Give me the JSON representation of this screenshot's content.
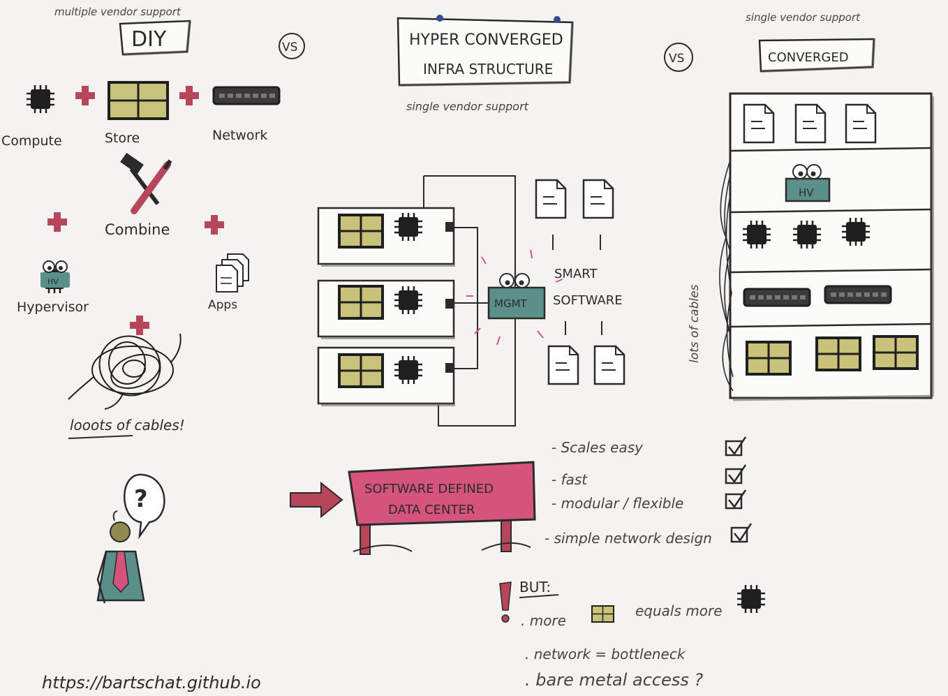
{
  "diy": {
    "support": "multiple vendor support",
    "title": "DIY",
    "vs": "VS",
    "compute": "Compute",
    "store": "Store",
    "network": "Network",
    "combine": "Combine",
    "hypervisor": "Hypervisor",
    "hypervisor_badge": "HV",
    "apps": "Apps",
    "cables": "looots of cables!"
  },
  "hci": {
    "title_line1": "HYPER CONVERGED",
    "title_line2": "INFRA STRUCTURE",
    "support": "single vendor support",
    "mgmt_badge": "MGMT",
    "smart_line1": "SMART",
    "smart_line2": "SOFTWARE"
  },
  "converged": {
    "support": "single vendor support",
    "vs": "VS",
    "title": "CONVERGED",
    "hv_badge": "HV",
    "cables_note": "lots of cables"
  },
  "sddc": {
    "line1": "SOFTWARE DEFINED",
    "line2": "DATA CENTER",
    "benefits": [
      "- Scales easy",
      "- fast",
      "- modular / flexible",
      "- simple network design"
    ],
    "but_label": "BUT:",
    "but_more": ". more",
    "but_equals": "equals more",
    "but_network": ". network = bottleneck",
    "but_baremetal": ". bare metal access ?"
  },
  "footer": {
    "url": "https://bartschat.github.io"
  },
  "colors": {
    "storage": "#c9c27a",
    "accent": "#b8465a",
    "teal": "#5a8f8a",
    "sign": "#d4547e",
    "ink": "#2a2a2a"
  }
}
